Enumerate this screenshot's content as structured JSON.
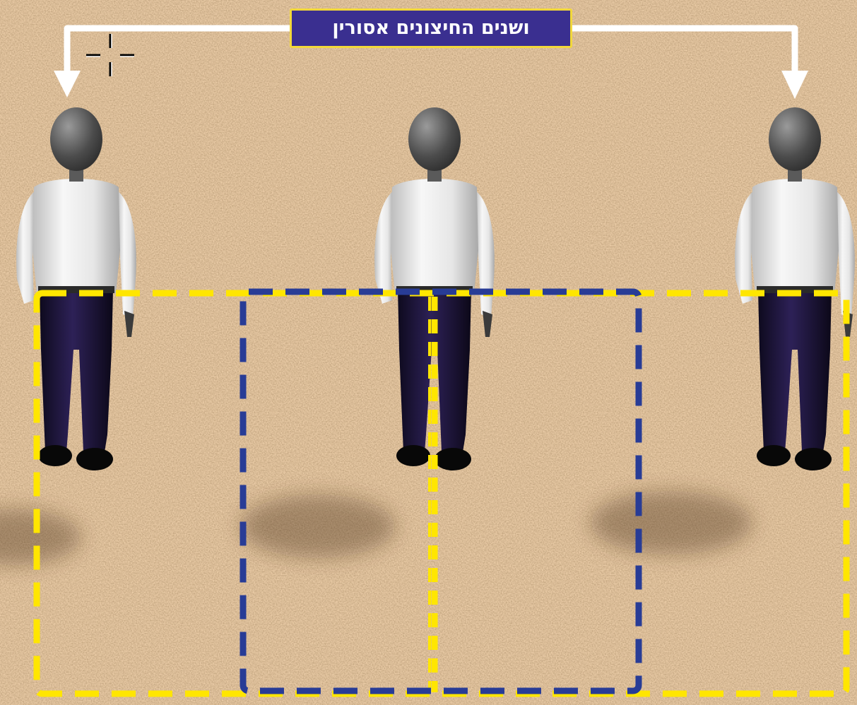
{
  "caption": {
    "text": "ושנים החיצונים אסורין"
  },
  "diagram": {
    "figure_count": 3,
    "zones": [
      {
        "name": "outer-pair-zone",
        "color": "#ffe600",
        "style": "dashed"
      },
      {
        "name": "middle-zone",
        "color": "#283c96",
        "style": "dashed"
      }
    ],
    "arrows": [
      {
        "name": "arrow-to-left-figure",
        "color": "#ffffff"
      },
      {
        "name": "arrow-to-right-figure",
        "color": "#ffffff"
      }
    ],
    "colors": {
      "ground": "#c8955f",
      "caption_background": "#3a2f90",
      "caption_border": "#f2d83a",
      "shirt": "#eeeeee",
      "trousers": "#1c1438",
      "head": "#5a5a5a"
    }
  }
}
